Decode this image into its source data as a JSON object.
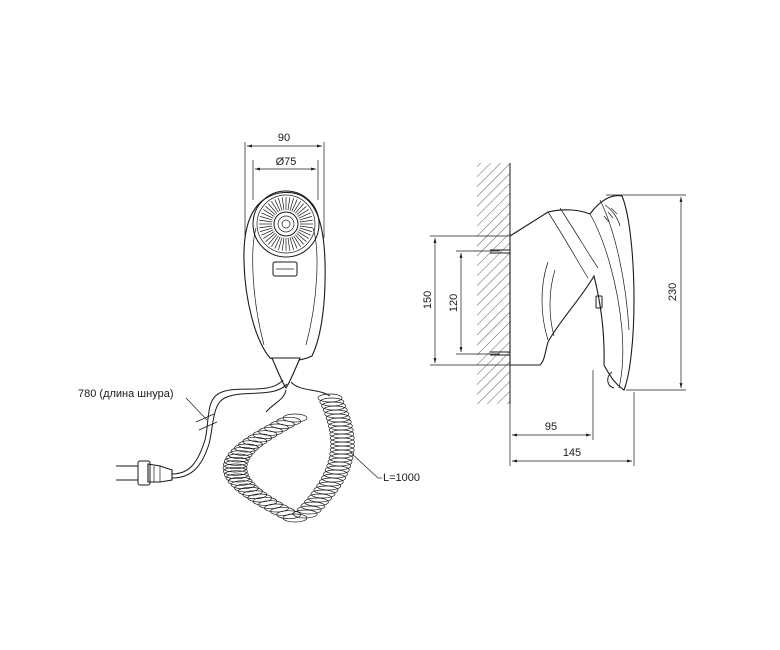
{
  "front_view": {
    "dim_width": "90",
    "dim_nozzle": "Ø75",
    "cord_label": "780 (длина шнура)",
    "coil_label": "L=1000"
  },
  "side_view": {
    "dim_plate_height": "150",
    "dim_hole_spacing": "120",
    "dim_height": "230",
    "dim_depth_short": "95",
    "dim_depth_total": "145"
  }
}
